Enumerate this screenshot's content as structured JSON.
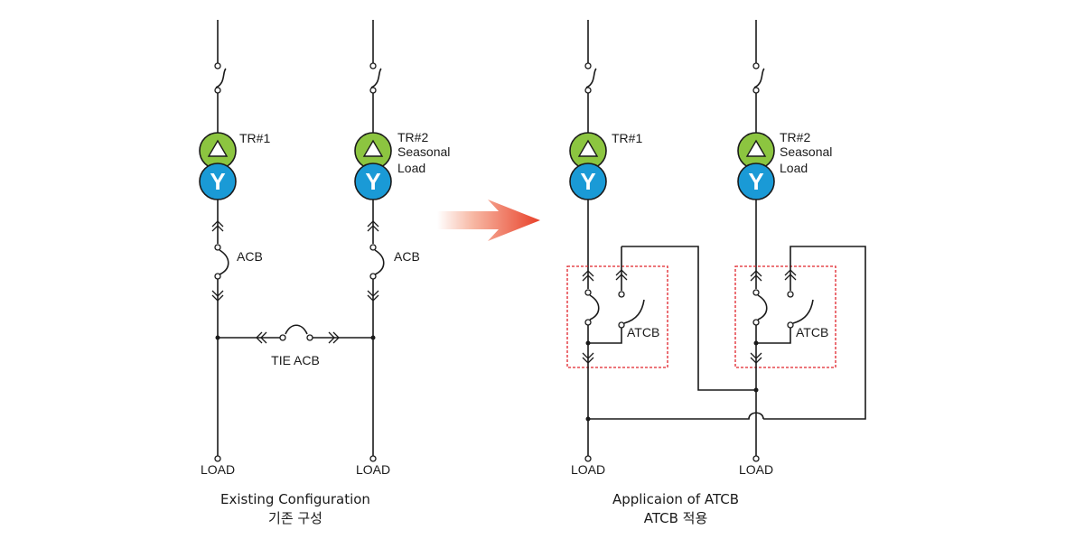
{
  "left": {
    "tr1_label": "TR#1",
    "tr2_label": "TR#2",
    "tr2_sub1": "Seasonal",
    "tr2_sub2": "Load",
    "acb1": "ACB",
    "acb2": "ACB",
    "tie_label": "TIE ACB",
    "load1": "LOAD",
    "load2": "LOAD",
    "caption_en": "Existing Configuration",
    "caption_ko": "기존 구성"
  },
  "right": {
    "tr1_label": "TR#1",
    "tr2_label": "TR#2",
    "tr2_sub1": "Seasonal",
    "tr2_sub2": "Load",
    "atcb1": "ATCB",
    "atcb2": "ATCB",
    "load1": "LOAD",
    "load2": "LOAD",
    "caption_en": "Applicaion of ATCB",
    "caption_ko": "ATCB 적용"
  },
  "symbols": {
    "delta": "△",
    "wye": "Y"
  },
  "colors": {
    "delta_fill": "#8cc540",
    "wye_fill": "#1a9ad6",
    "box_border": "#e0242b",
    "arrow": "#e8412a"
  }
}
